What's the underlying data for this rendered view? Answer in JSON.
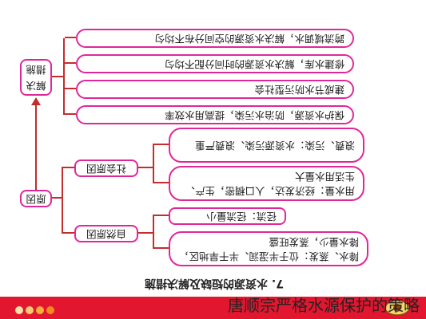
{
  "diagram": {
    "title": "7. 水资源的短缺及解决措施",
    "categories": {
      "causes": "原因",
      "measures": "解决措施"
    },
    "cause_groups": [
      {
        "label": "自然原因",
        "items": [
          "降水、蒸发：位于半湿润、半干旱地区，降水量少，蒸发旺盛",
          "径流：径流量小"
        ]
      },
      {
        "label": "社会原因",
        "items": [
          "用水量：经济发达，人口稠密，生产、生活用水量大",
          "浪费、污染：水资源污染、浪费严重"
        ]
      }
    ],
    "measures": [
      "保护水资源，防治水污染，提高用水效率",
      "建成节水防污型社会",
      "修建水库，解决水资源的时间分配不均匀",
      "跨流域调水，解决水资源的空间分布不均匀"
    ]
  },
  "caption": "唐顺宗严格水源保护的策略",
  "colors": {
    "topbar_red": "#e2162f",
    "pill_border": "#e0279a",
    "connector": "#c32d2d",
    "dot_accent": "#f28a1e"
  },
  "icons": [
    "eye-logo-icon",
    "dot-strip-icon"
  ]
}
